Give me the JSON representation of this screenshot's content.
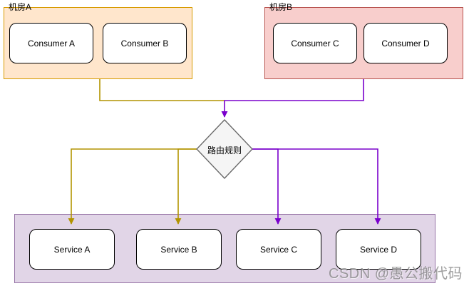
{
  "diagram": {
    "groups": {
      "room_a": {
        "label": "机房A",
        "fill": "#ffe6cc",
        "stroke": "#d79b00",
        "nodes": [
          {
            "label": "Consumer A"
          },
          {
            "label": "Consumer B"
          }
        ]
      },
      "room_b": {
        "label": "机房B",
        "fill": "#f8cecc",
        "stroke": "#b85450",
        "nodes": [
          {
            "label": "Consumer C"
          },
          {
            "label": "Consumer D"
          }
        ]
      },
      "services": {
        "fill": "#e1d5e7",
        "stroke": "#9673a6",
        "nodes": [
          {
            "label": "Service A"
          },
          {
            "label": "Service B"
          },
          {
            "label": "Service C"
          },
          {
            "label": "Service D"
          }
        ]
      }
    },
    "decision": {
      "label": "路由规则",
      "fill": "#f5f5f5",
      "stroke": "#666666"
    },
    "connector_colors": {
      "room_a_flow": "#b29400",
      "room_b_flow": "#7a00cc"
    },
    "watermark": "CSDN @愚公搬代码"
  }
}
